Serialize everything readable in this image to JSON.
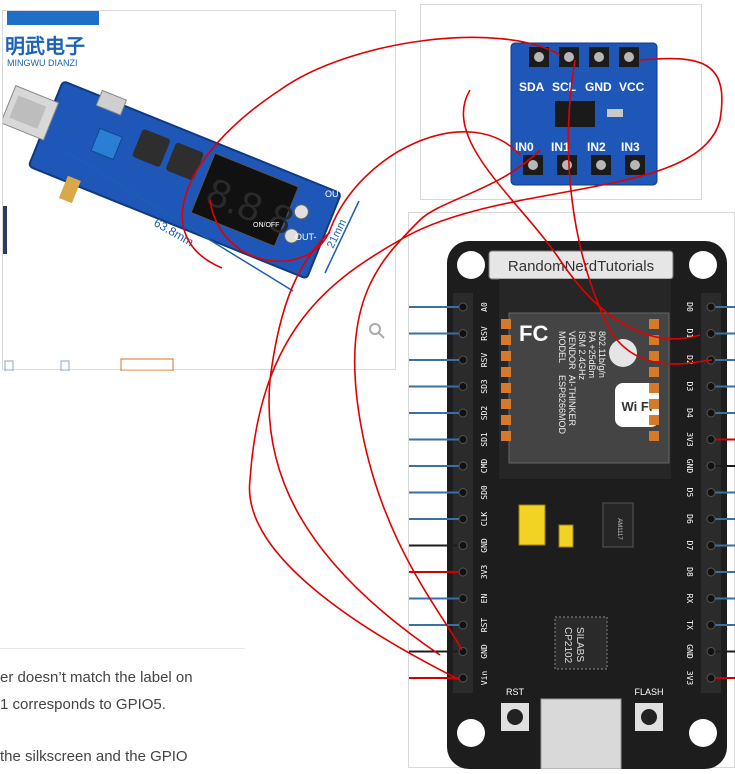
{
  "boost_module": {
    "logo_cn": "明武电子",
    "logo_en": "MINGWU DIANZI",
    "display": "8.8.8",
    "dim_length": "63.8mm",
    "dim_width": "21mm",
    "out_plus": "OUT+",
    "out_minus": "OUT-",
    "switch_label": "ON/OFF"
  },
  "ads1115": {
    "top_pins": [
      "SDA",
      "SCL",
      "GND",
      "VCC"
    ],
    "bottom_pins": [
      "IN0",
      "IN1",
      "IN2",
      "IN3"
    ]
  },
  "nodemcu": {
    "banner": "RandomNerdTutorials",
    "left_pins": [
      "A0",
      "RSV",
      "RSV",
      "SD3",
      "SD2",
      "SD1",
      "CMD",
      "SD0",
      "CLK",
      "GND",
      "3V3",
      "EN",
      "RST",
      "GND",
      "Vin"
    ],
    "right_pins": [
      "D0",
      "D1",
      "D2",
      "D3",
      "D4",
      "3V3",
      "GND",
      "D5",
      "D6",
      "D7",
      "D8",
      "RX",
      "TX",
      "GND",
      "3V3"
    ],
    "module_text": [
      "MODEL",
      "VENDOR",
      "ISM 2.4GHz",
      "PA +25dBm",
      "802.11b/g/n"
    ],
    "module_values": [
      "ESP8266MOD",
      "AI-THINKER"
    ],
    "wifi": "Wi Fi",
    "usb_chip": [
      "SILABS",
      "CP2102"
    ],
    "regulator": "AM1117",
    "btn_rst": "RST",
    "btn_flash": "FLASH"
  },
  "article": {
    "line1": "er doesn’t match the label on",
    "line2": "1 corresponds to GPIO5.",
    "line3": "the silkscreen and the GPIO"
  },
  "colors": {
    "board_blue": "#1f57b8",
    "board_black": "#1d1d1d",
    "wire_red": "#e00000",
    "wire_blue": "#3a6fa8"
  }
}
